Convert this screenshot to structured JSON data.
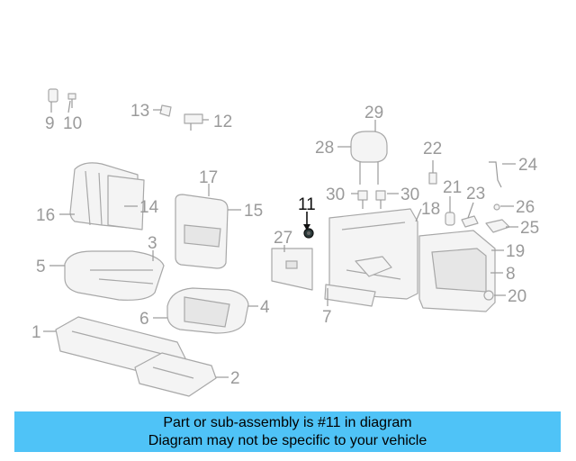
{
  "diagram": {
    "callouts": [
      "1",
      "2",
      "3",
      "4",
      "5",
      "6",
      "7",
      "8",
      "9",
      "10",
      "11",
      "12",
      "13",
      "14",
      "15",
      "16",
      "17",
      "18",
      "19",
      "20",
      "21",
      "22",
      "23",
      "24",
      "25",
      "26",
      "27",
      "28",
      "29",
      "30",
      "30"
    ],
    "highlighted_part": "11",
    "highlight_color": "#111111",
    "part_color": "#a8a8a8"
  },
  "banner": {
    "line1": "Part or sub-assembly is #11 in diagram",
    "line2": "Diagram may not be specific to your vehicle",
    "background": "#4fc3f7"
  }
}
